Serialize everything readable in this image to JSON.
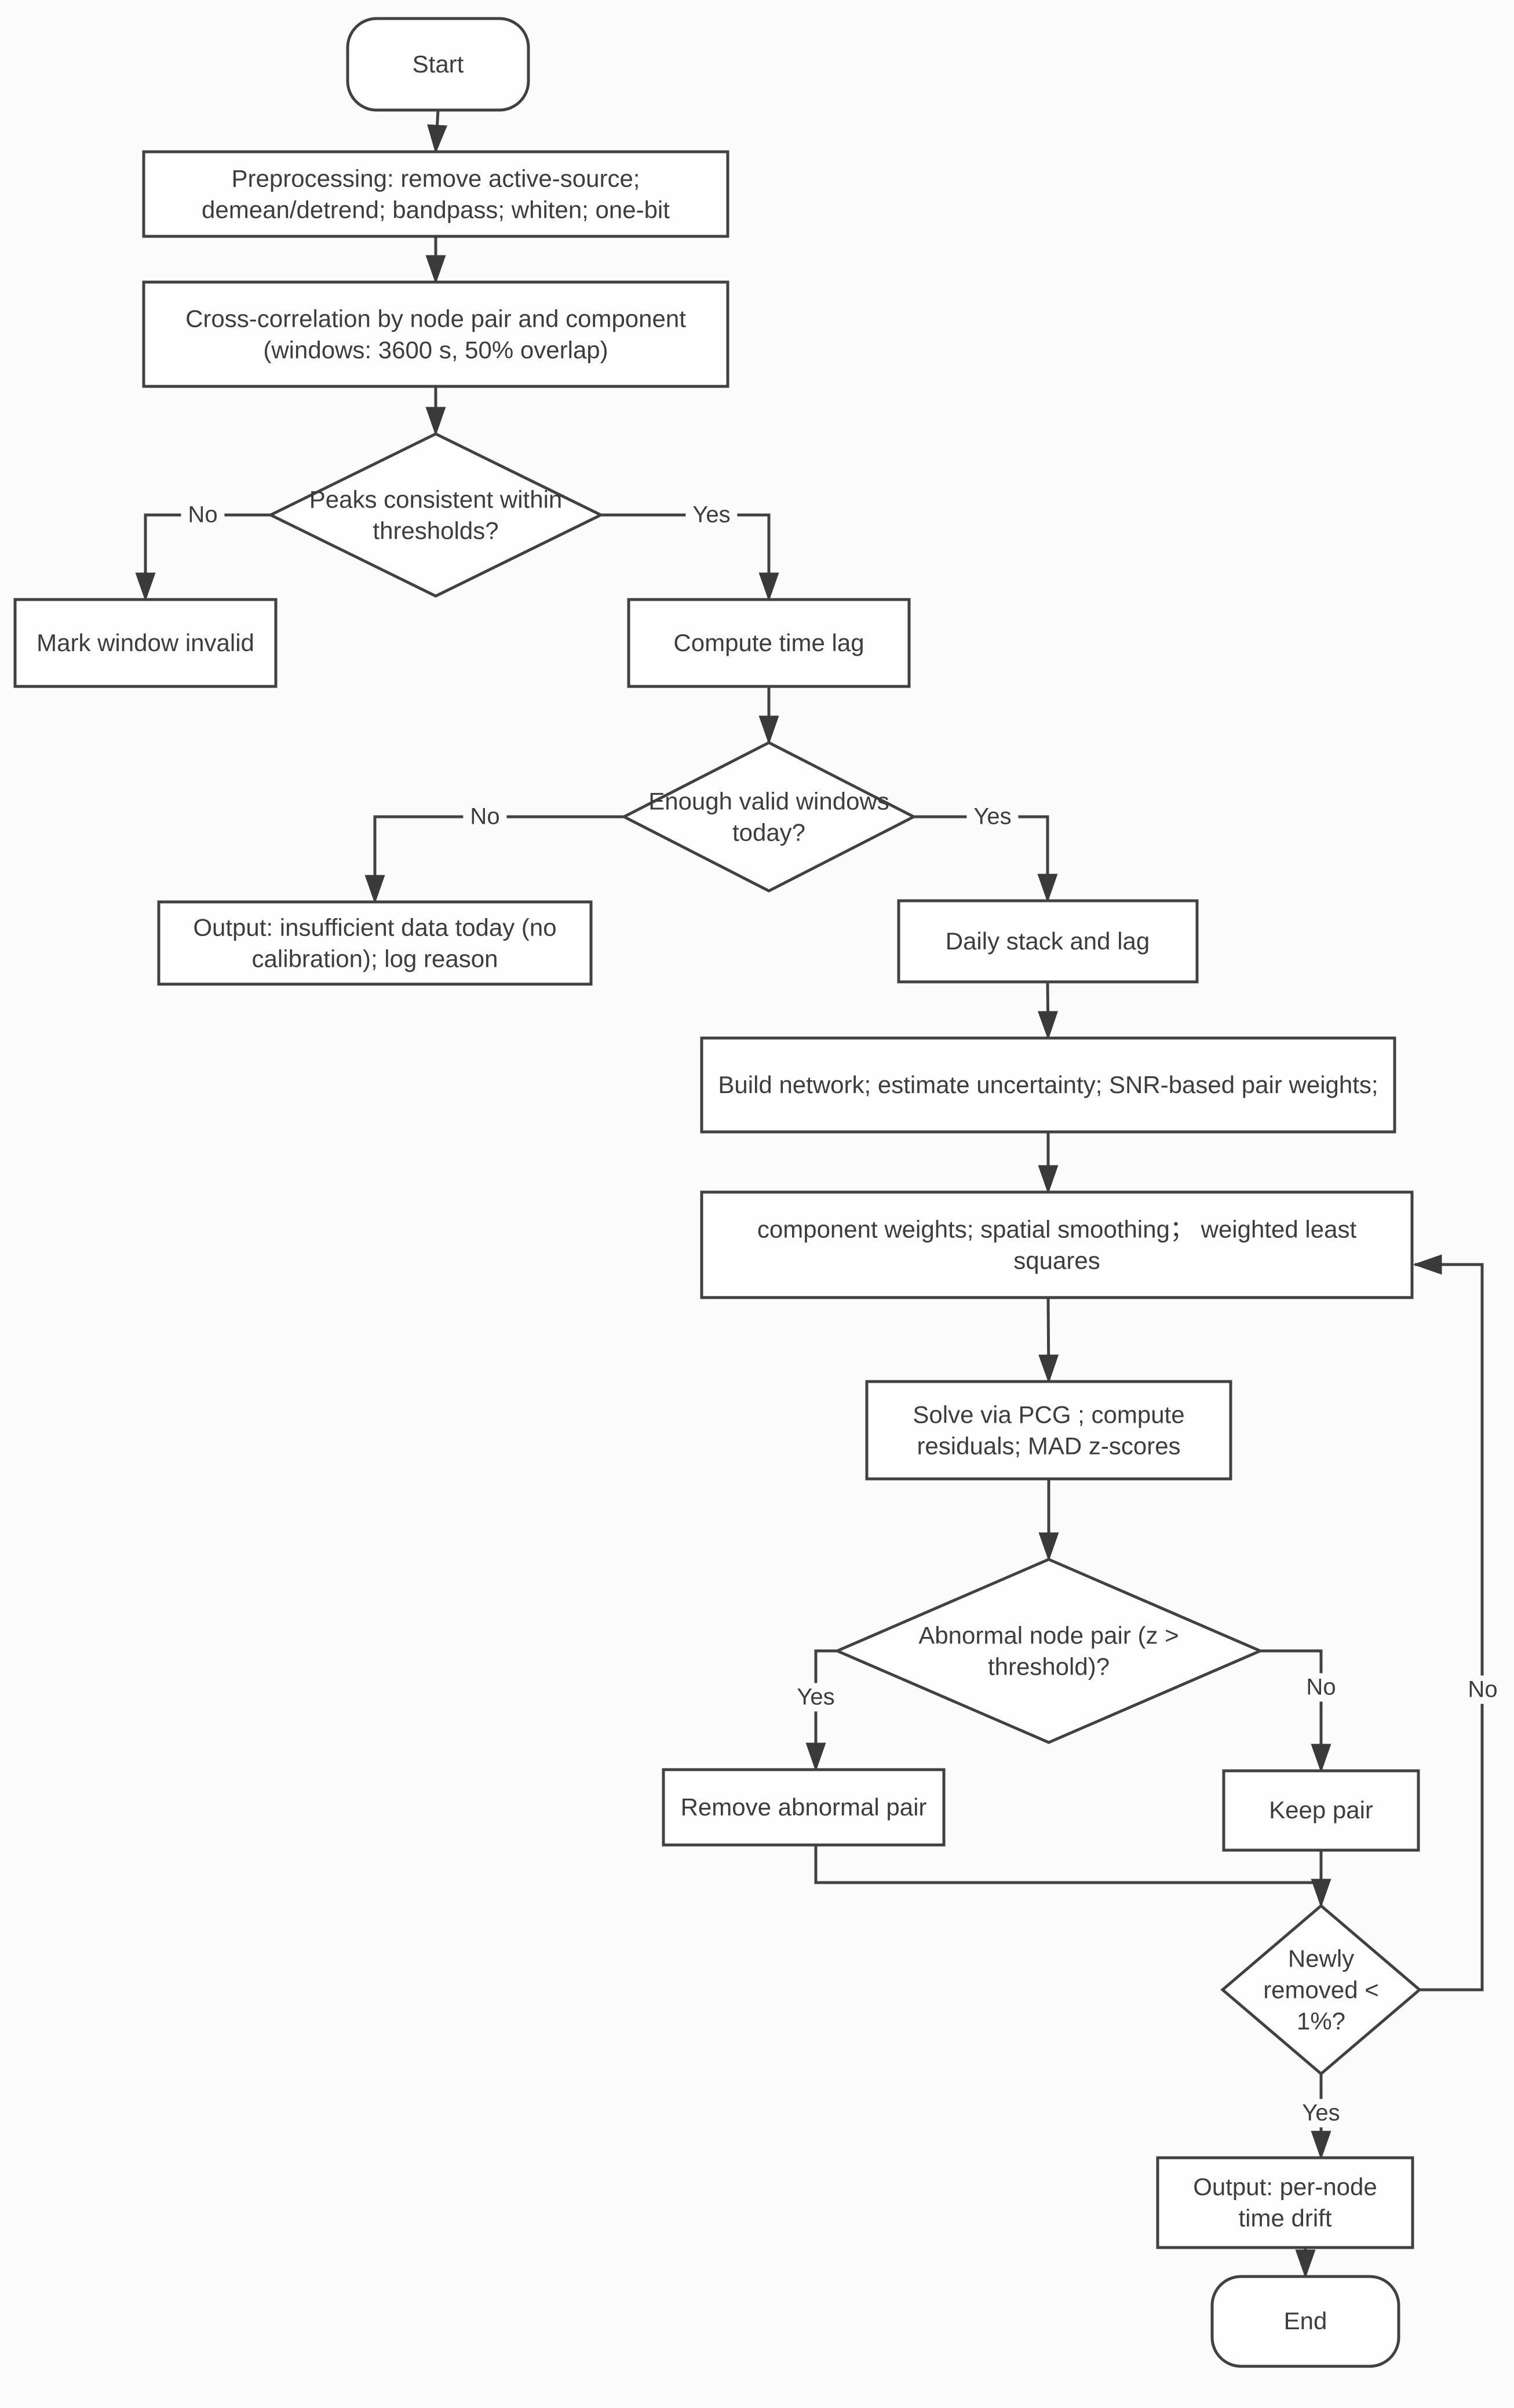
{
  "diagram": {
    "type": "flowchart",
    "colors": {
      "background": "#fbfbfb",
      "node_fill": "#fefefe",
      "stroke": "#414141",
      "text": "#3d3d3d"
    },
    "nodes": {
      "start": {
        "type": "terminator",
        "label": "Start"
      },
      "preprocessing": {
        "type": "process",
        "label": "Preprocessing: remove active-source; demean/detrend; bandpass; whiten; one-bit"
      },
      "cross_correlation": {
        "type": "process",
        "label": "Cross-correlation by node pair and component (windows: 3600 s, 50% overlap)"
      },
      "peaks_consistent": {
        "type": "decision",
        "label": "Peaks consistent within thresholds?"
      },
      "mark_invalid": {
        "type": "process",
        "label": "Mark window invalid"
      },
      "compute_lag": {
        "type": "process",
        "label": "Compute time lag"
      },
      "enough_windows": {
        "type": "decision",
        "label": "Enough valid windows today?"
      },
      "insufficient_data": {
        "type": "process",
        "label": "Output: insufficient data today (no calibration); log reason"
      },
      "daily_stack": {
        "type": "process",
        "label": "Daily stack and lag"
      },
      "build_network": {
        "type": "process",
        "label": "Build network; estimate uncertainty; SNR-based pair weights;"
      },
      "component_weights": {
        "type": "process",
        "label": "component weights; spatial smoothing； weighted least squares"
      },
      "solve_pcg": {
        "type": "process",
        "label": "Solve via PCG ; compute residuals; MAD z-scores"
      },
      "abnormal_pair": {
        "type": "decision",
        "label": "Abnormal node pair (z > threshold)?"
      },
      "remove_pair": {
        "type": "process",
        "label": "Remove abnormal pair"
      },
      "keep_pair": {
        "type": "process",
        "label": "Keep pair"
      },
      "newly_removed": {
        "type": "decision",
        "label": "Newly removed < 1%?"
      },
      "output_drift": {
        "type": "process",
        "label": "Output: per-node time drift"
      },
      "end": {
        "type": "terminator",
        "label": "End"
      }
    },
    "edge_labels": {
      "peaks_no": "No",
      "peaks_yes": "Yes",
      "enough_no": "No",
      "enough_yes": "Yes",
      "abnormal_yes": "Yes",
      "abnormal_no": "No",
      "loop_no": "No",
      "newly_yes": "Yes"
    }
  }
}
